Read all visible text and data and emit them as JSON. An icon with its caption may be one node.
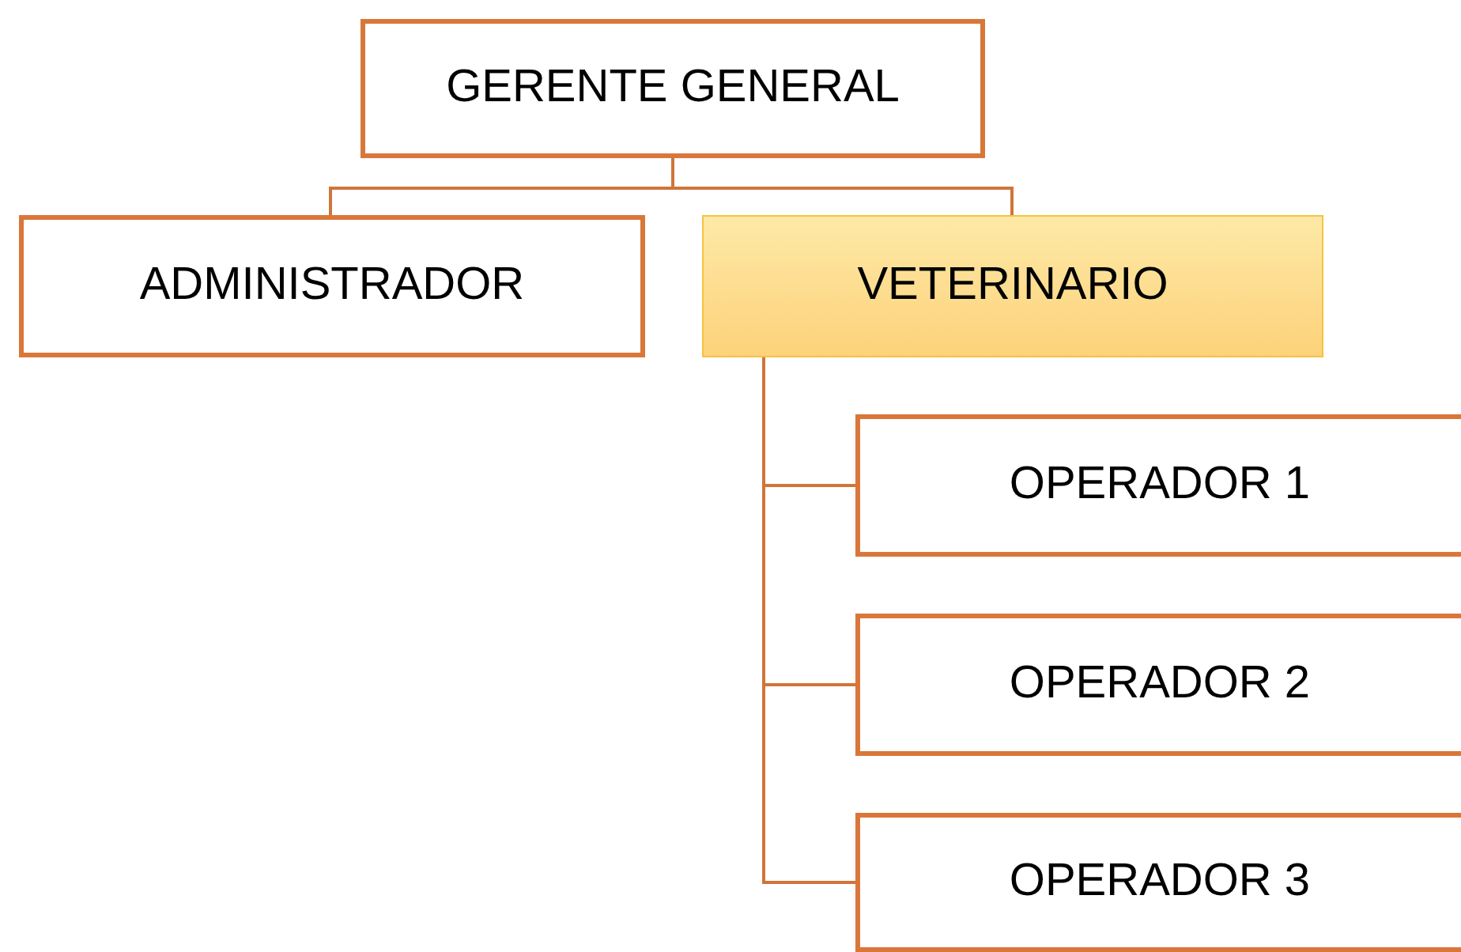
{
  "diagram": {
    "nodes": [
      {
        "text": [
          "GERENTE GENERAL"
        ]
      },
      {
        "text": [
          "ADMINISTRADOR"
        ]
      },
      {
        "text": [
          "VETERINARIO"
        ]
      },
      {
        "text": [
          "OPERADOR 1"
        ]
      },
      {
        "text": [
          "OPERADOR 2"
        ]
      },
      {
        "text": [
          "OPERADOR 3"
        ]
      }
    ],
    "edges": [
      {
        "from": 0,
        "to": 1,
        "arrow": "none"
      },
      {
        "from": 0,
        "to": 2,
        "arrow": "none"
      },
      {
        "from": 2,
        "to": 3,
        "arrow": "none"
      },
      {
        "from": 2,
        "to": 4,
        "arrow": "none"
      },
      {
        "from": 2,
        "to": 5,
        "arrow": "none"
      }
    ]
  }
}
